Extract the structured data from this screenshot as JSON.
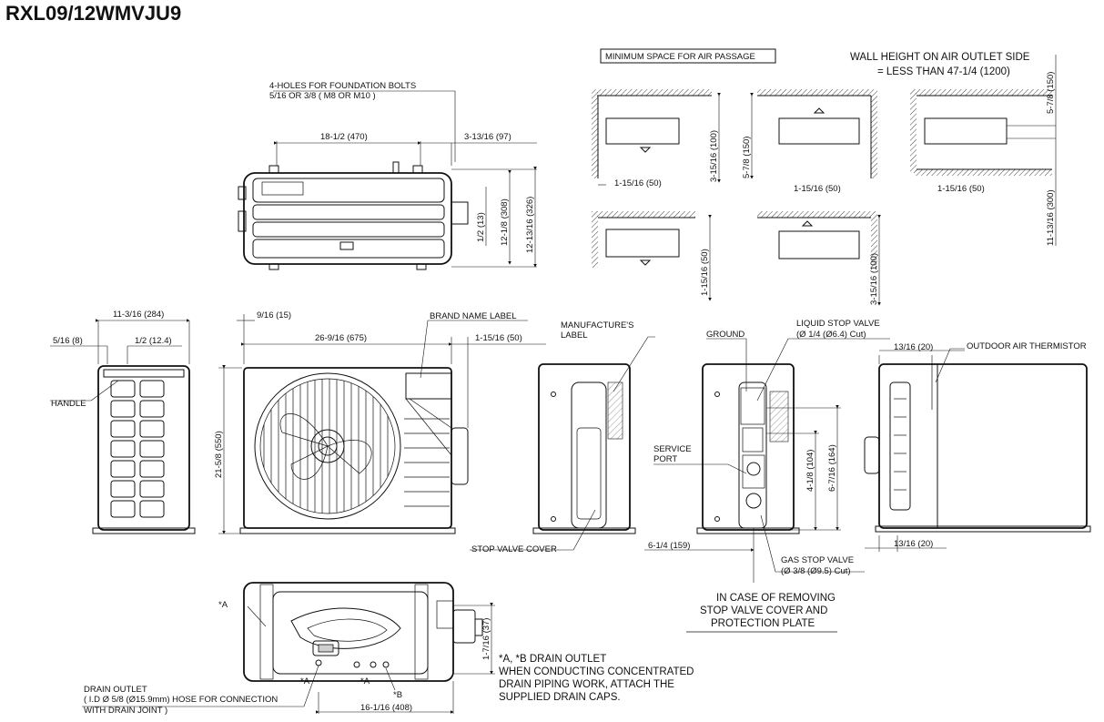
{
  "title": "RXL09/12WMVJU9",
  "top_view": {
    "holes_line1": "4-HOLES FOR FOUNDATION BOLTS",
    "holes_line2": "5/16 OR 3/8 ( M8 OR M10 )",
    "dim_width": "18-1/2 (470)",
    "dim_right": "3-13/16 (97)",
    "dim_half": "1/2 (13)",
    "dim_308": "12-1/8 (308)",
    "dim_326": "12-13/16 (326)"
  },
  "air_passage": {
    "header": "MINIMUM SPACE FOR AIR PASSAGE",
    "wall_line1": "WALL HEIGHT ON AIR OUTLET SIDE",
    "wall_line2": "= LESS THAN 47-1/4 (1200)",
    "d_50_a": "1-15/16 (50)",
    "d_100_a": "3-15/16 (100)",
    "d_150_a": "5-7/8 (150)",
    "d_50_b": "1-15/16 (50)",
    "d_150_top": "5-7/8 (150)",
    "d_50_c": "1-15/16 (50)",
    "d_300": "11-13/16 (300)",
    "d_50_d": "1-15/16 (50)",
    "d_100_b": "3-15/16 (100)"
  },
  "front_view": {
    "d_284": "11-3/16 (284)",
    "d_8": "5/16 (8)",
    "d_124": "1/2 (12.4)",
    "handle": "HANDLE",
    "d_15": "9/16 (15)",
    "brand": "BRAND NAME LABEL",
    "d_675": "26-9/16 (675)",
    "d_50": "1-15/16 (50)",
    "d_550": "21-5/8 (550)"
  },
  "side_view": {
    "mfr_line1": "MANUFACTURE'S",
    "mfr_line2": "LABEL",
    "stop_cover": "STOP VALVE COVER"
  },
  "valve_view": {
    "ground": "GROUND",
    "liquid_line1": "LIQUID STOP VALVE",
    "liquid_line2": "(Ø 1/4 (Ø6.4) Cut)",
    "service1": "SERVICE",
    "service2": "PORT",
    "d_104": "4-1/8 (104)",
    "d_164": "6-7/16 (164)",
    "d_159": "6-1/4 (159)",
    "gas_line1": "GAS STOP VALVE",
    "gas_line2": "(Ø 3/8 (Ø9.5) Cut)",
    "note1": "IN CASE OF REMOVING",
    "note2": "STOP VALVE COVER AND",
    "note3": "PROTECTION PLATE"
  },
  "rear_view": {
    "d_20_top": "13/16 (20)",
    "thermistor": "OUTDOOR AIR THERMISTOR",
    "d_20_bot": "13/16 (20)"
  },
  "bottom_view": {
    "star_a": "*A",
    "star_a2": "*A",
    "star_a3": "*A",
    "star_b": "*B",
    "d_37": "1-7/16 (37)",
    "drain1": "*A, *B DRAIN OUTLET",
    "drain2": "WHEN CONDUCTING CONCENTRATED",
    "drain3": "DRAIN PIPING WORK, ATTACH THE",
    "drain4": "SUPPLIED DRAIN CAPS.",
    "outlet1": "DRAIN OUTLET",
    "outlet2": "( I.D Ø 5/8 (Ø15.9mm) HOSE FOR CONNECTION",
    "outlet3": "WITH DRAIN JOINT )",
    "d_408": "16-1/16 (408)"
  }
}
